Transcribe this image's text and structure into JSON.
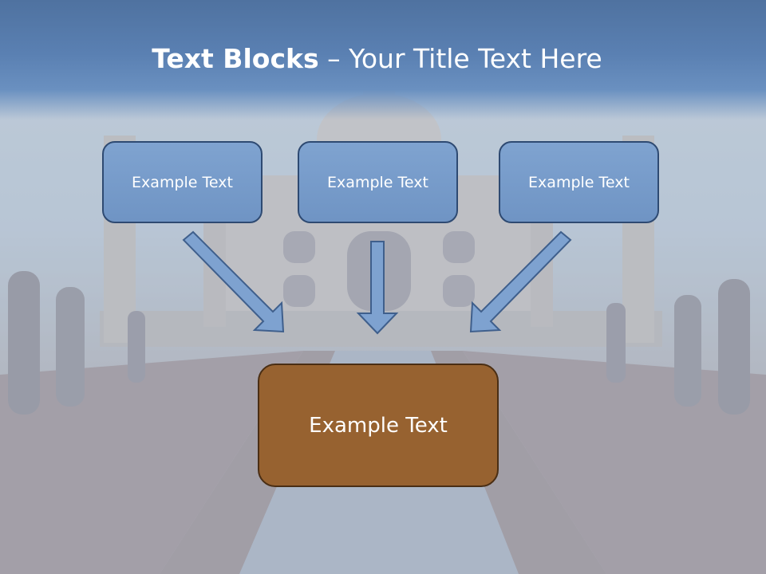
{
  "slide": {
    "title_bold": "Text Blocks",
    "title_dash": " – ",
    "title_rest": "Your Title Text Here"
  },
  "blocks": {
    "top_left": "Example Text",
    "top_center": "Example Text",
    "top_right": "Example Text",
    "bottom": "Example Text"
  },
  "colors": {
    "title_band": "#5a80b2",
    "top_block_fill": "#7399c8",
    "top_block_border": "#2e4a72",
    "bottom_block_fill": "#976230",
    "bottom_block_border": "#4a2e14",
    "arrow_fill": "#7ea2d0",
    "arrow_stroke": "#3f5f8c"
  },
  "background": {
    "description_icon": "taj-mahal-photo"
  }
}
